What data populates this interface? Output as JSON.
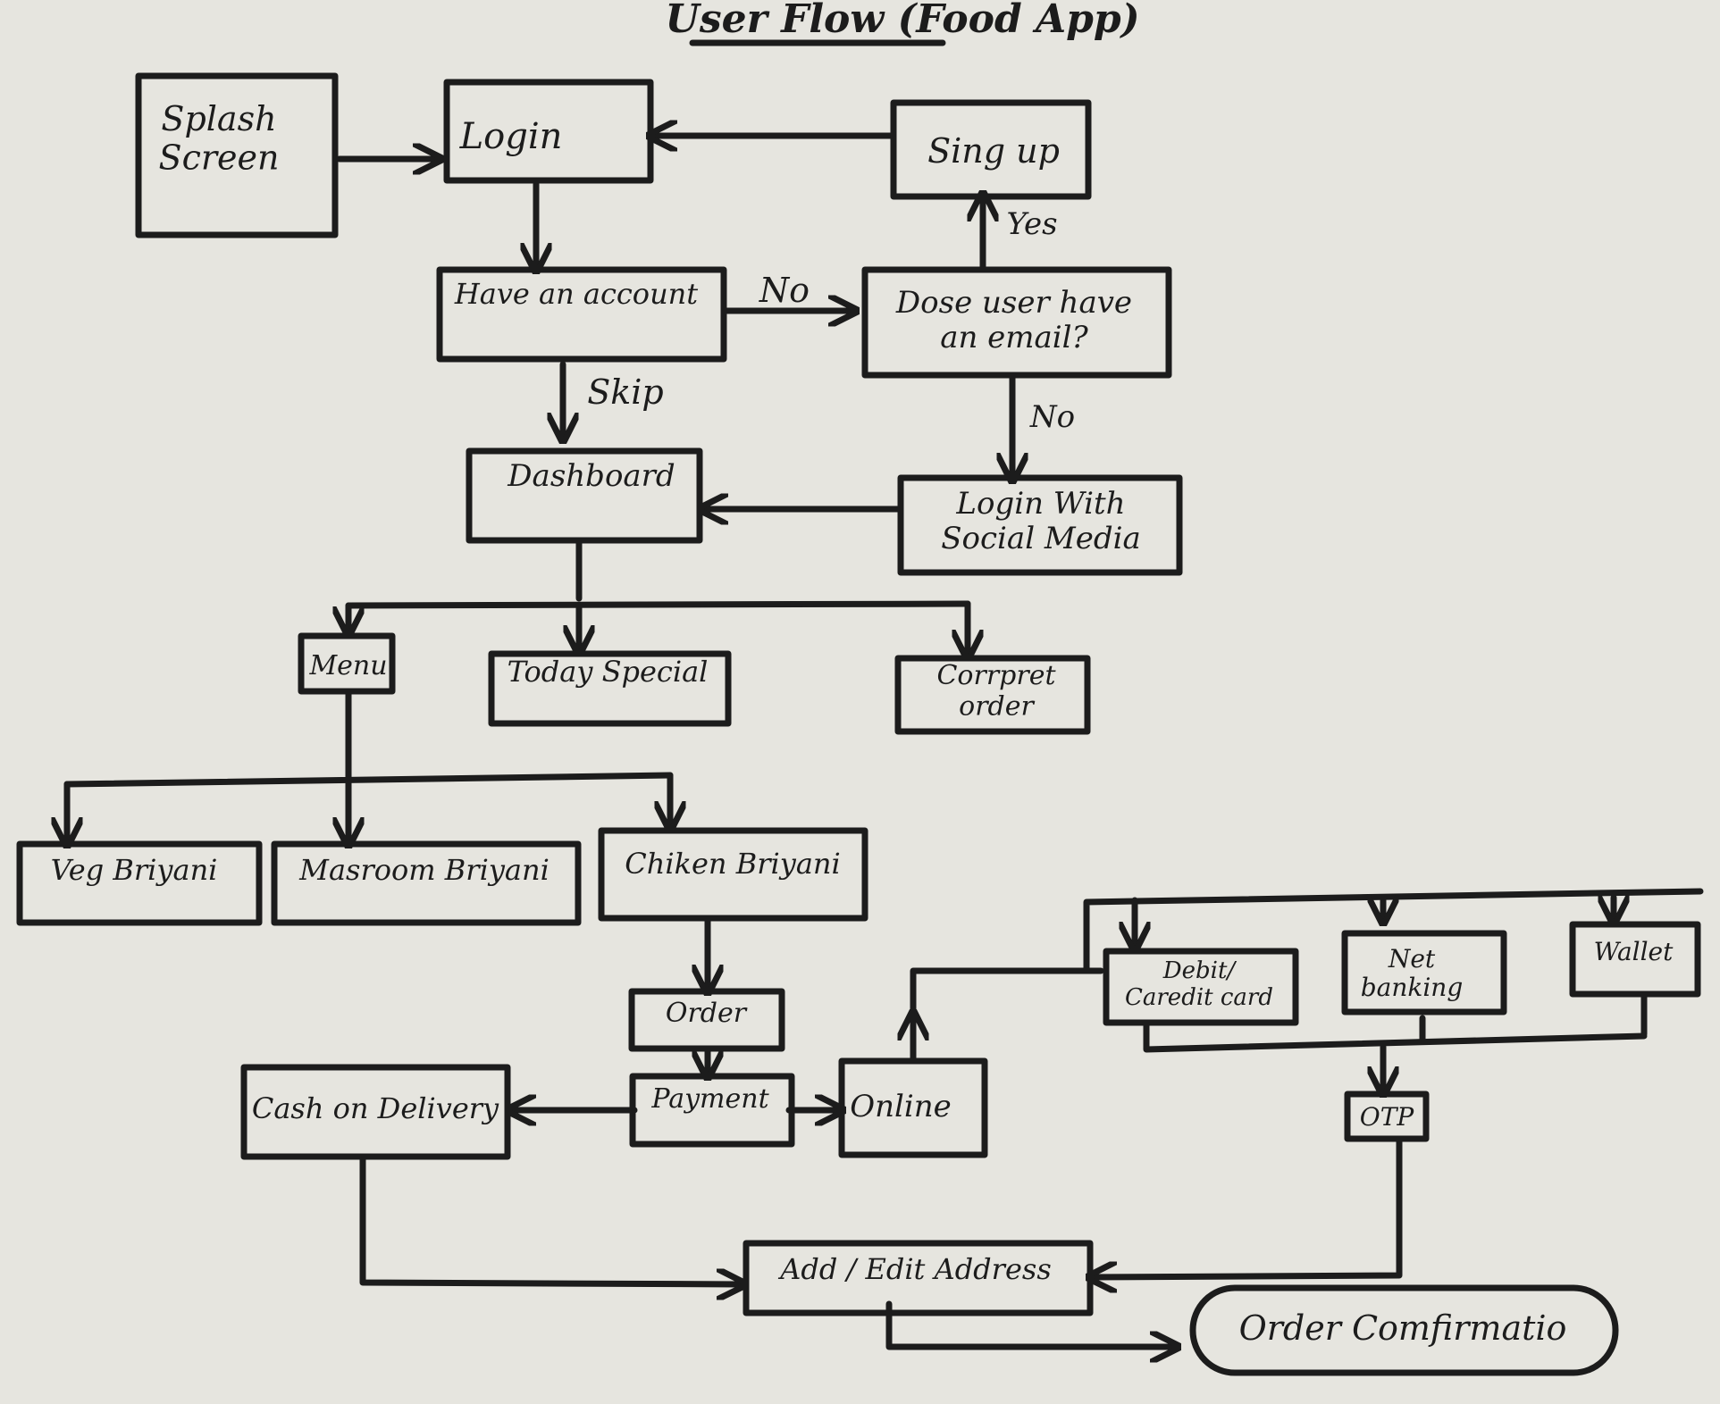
{
  "title": "User Flow (Food App)",
  "nodes": {
    "splash": [
      "Splash",
      "Screen"
    ],
    "login": [
      "Login"
    ],
    "signup": [
      "Sing up"
    ],
    "have_account": [
      "Have an account"
    ],
    "does_email": [
      "Dose user have",
      "an email?"
    ],
    "dashboard": [
      "Dashboard"
    ],
    "social": [
      "Login With",
      "Social Media"
    ],
    "menu": [
      "Menu"
    ],
    "today_special": [
      "Today Special"
    ],
    "corporate": [
      "Corrpret",
      "order"
    ],
    "veg": [
      "Veg Briyani"
    ],
    "mushroom": [
      "Masroom Briyani"
    ],
    "chicken": [
      "Chiken Briyani"
    ],
    "order": [
      "Order"
    ],
    "payment": [
      "Payment"
    ],
    "cod": [
      "Cash on Delivery"
    ],
    "online": [
      "Online"
    ],
    "card": [
      "Debit/",
      "Caredit card"
    ],
    "netbanking": [
      "Net",
      "banking"
    ],
    "wallet": [
      "Wallet"
    ],
    "otp": [
      "OTP"
    ],
    "address": [
      "Add / Edit Address"
    ],
    "confirm": [
      "Order Comfirmatio"
    ]
  },
  "edge_labels": {
    "no1": "No",
    "yes": "Yes",
    "skip": "Skip",
    "no2": "No"
  }
}
